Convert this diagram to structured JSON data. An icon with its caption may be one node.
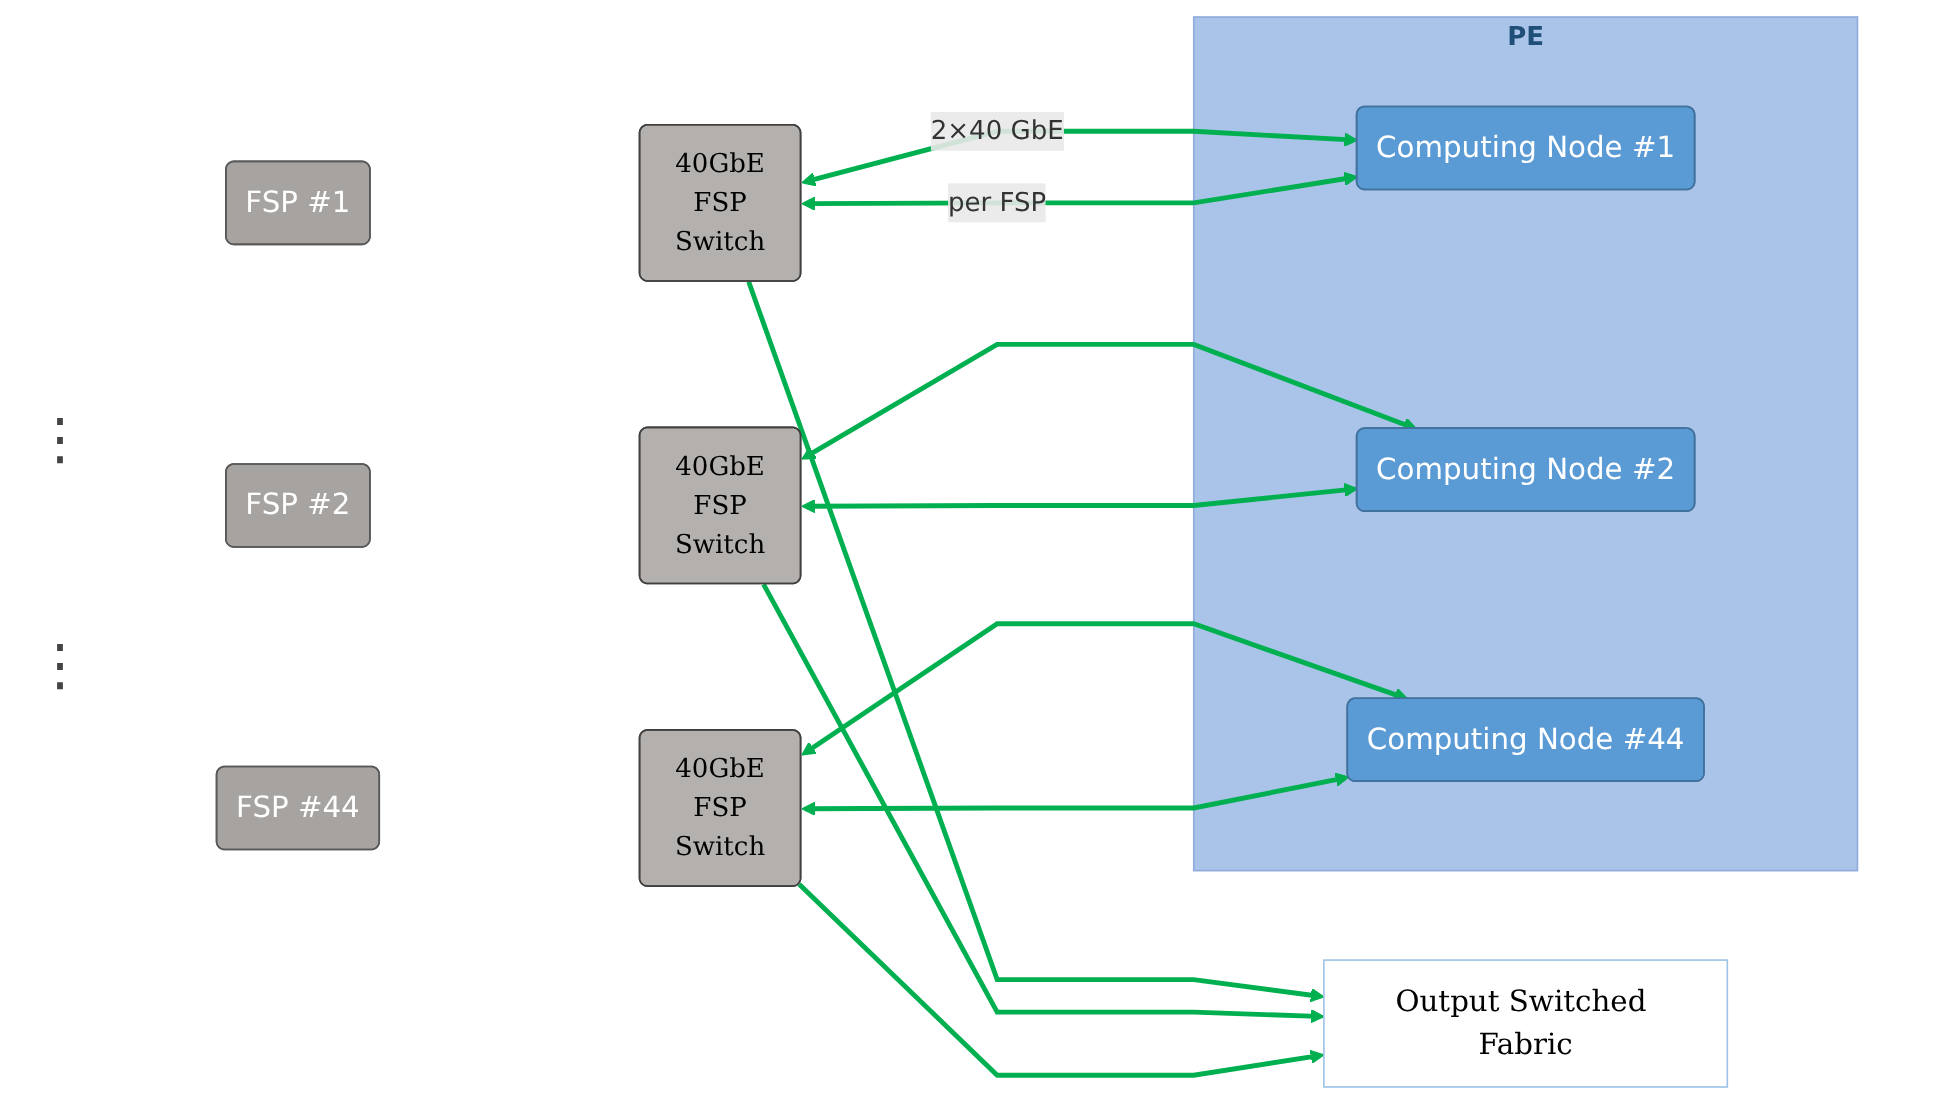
{
  "diagram": {
    "nodes": [
      {
        "text": [
          "PE"
        ]
      },
      {
        "text": [
          "Computing Node #1"
        ],
        "in": 0
      },
      {
        "text": [
          "Computing Node #2"
        ],
        "in": 0
      },
      {
        "text": [
          "Computing Node #44"
        ],
        "in": 0
      },
      {
        "text": [
          "FSP #1"
        ]
      },
      {
        "text": [
          "40GbE FSP Switch"
        ]
      },
      {
        "text": [
          "FSP #2"
        ]
      },
      {
        "text": [
          "40GbE FSP Switch"
        ]
      },
      {
        "text": [
          "FSP #44"
        ]
      },
      {
        "text": [
          "40GbE FSP Switch"
        ]
      },
      {
        "text": [
          "Output Switched Fabric"
        ]
      }
    ],
    "edges": [
      {
        "from": 5,
        "to": 1,
        "arrow": "both",
        "label": "2×40 GbE"
      },
      {
        "from": 5,
        "to": 1,
        "arrow": "both",
        "label": "per FSP"
      },
      {
        "from": 5,
        "to": 10,
        "arrow": "to"
      },
      {
        "from": 7,
        "to": 2,
        "arrow": "both"
      },
      {
        "from": 7,
        "to": 2,
        "arrow": "both"
      },
      {
        "from": 7,
        "to": 10,
        "arrow": "to"
      },
      {
        "from": 9,
        "to": 3,
        "arrow": "both"
      },
      {
        "from": 9,
        "to": 3,
        "arrow": "both"
      },
      {
        "from": 9,
        "to": 10,
        "arrow": "to"
      }
    ],
    "labels": [
      "⋮",
      "⋮"
    ]
  }
}
